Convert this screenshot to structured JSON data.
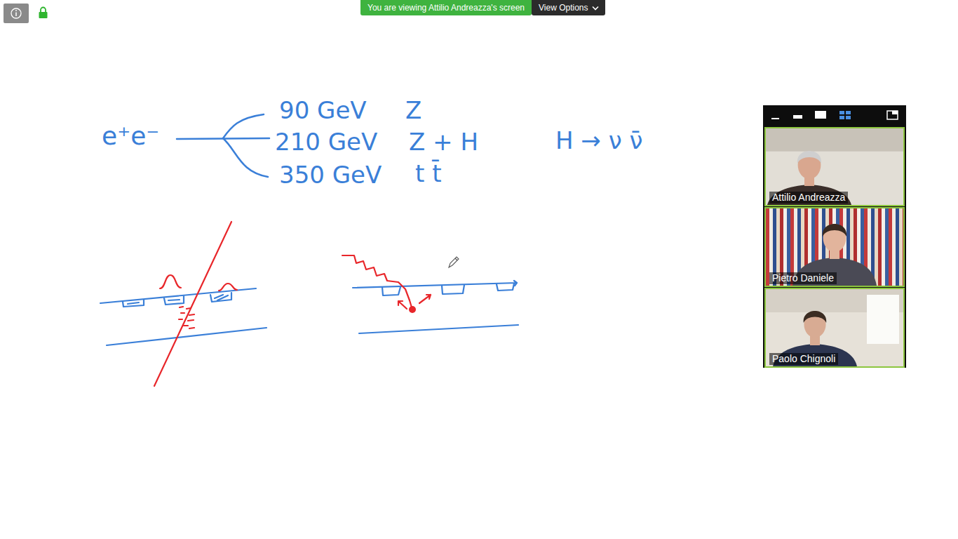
{
  "diagram": {
    "nodes": [
      {
        "text": [
          "You are viewing Attilio Andreazza's screen"
        ]
      },
      {
        "text": [
          "View Options"
        ]
      },
      {
        "text": [
          "Attilio Andreazza"
        ]
      },
      {
        "text": [
          "Pietro Daniele"
        ]
      },
      {
        "text": [
          "Paolo Chignoli"
        ]
      }
    ],
    "labels": [
      "e⁺e⁻",
      "90 GeV",
      "Z",
      "210 GeV",
      "Z + H",
      "H → ν ν̄",
      "350 GeV",
      "t t̄"
    ]
  }
}
